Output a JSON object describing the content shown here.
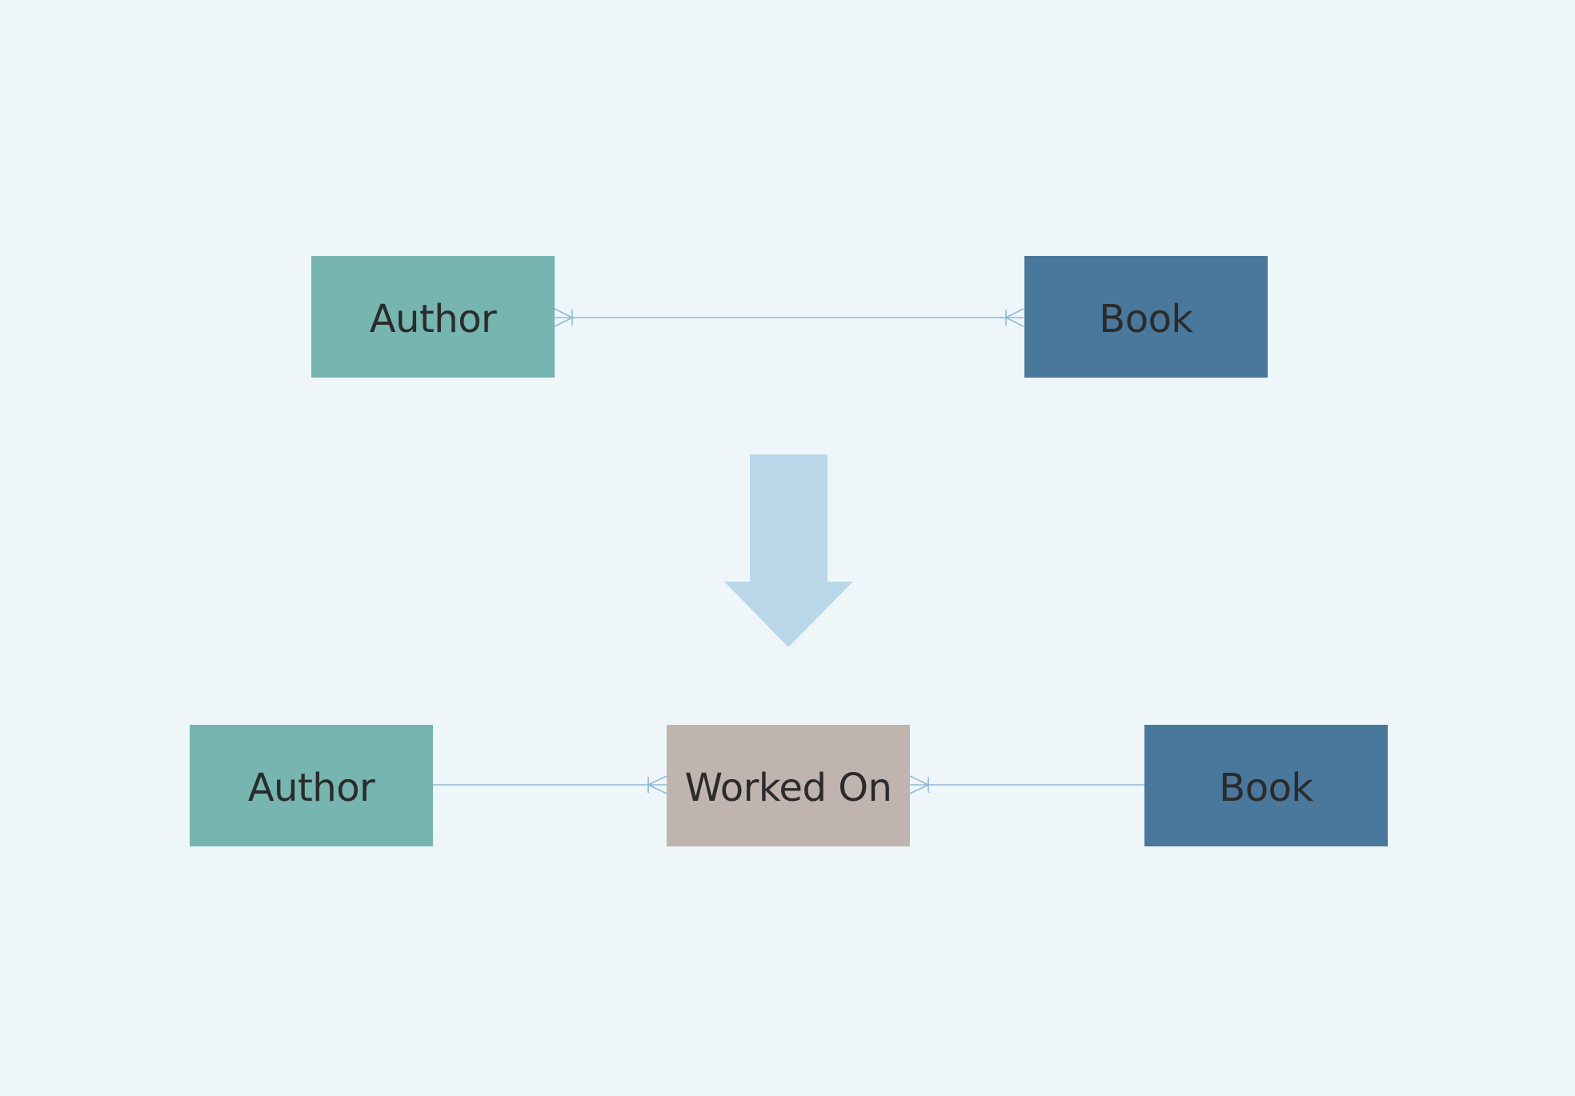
{
  "colors": {
    "background": "#eef6f9",
    "author_fill": "#76b5b0",
    "book_fill": "#4a789c",
    "worked_on_fill": "#c0b4ae",
    "connector": "#8fb9d8",
    "arrow_fill": "#bad7ea",
    "text": "#2b2b2b"
  },
  "top_row": {
    "author": {
      "label": "Author"
    },
    "book": {
      "label": "Book"
    },
    "relationship": {
      "cardinality_left": "one-or-many",
      "cardinality_right": "one-or-many"
    }
  },
  "transform_arrow": {
    "icon": "arrow-down-icon"
  },
  "bottom_row": {
    "author": {
      "label": "Author"
    },
    "worked_on": {
      "label": "Worked On"
    },
    "book": {
      "label": "Book"
    },
    "relationship_left": {
      "cardinality": "one-or-many"
    },
    "relationship_right": {
      "cardinality": "one-or-many"
    }
  }
}
